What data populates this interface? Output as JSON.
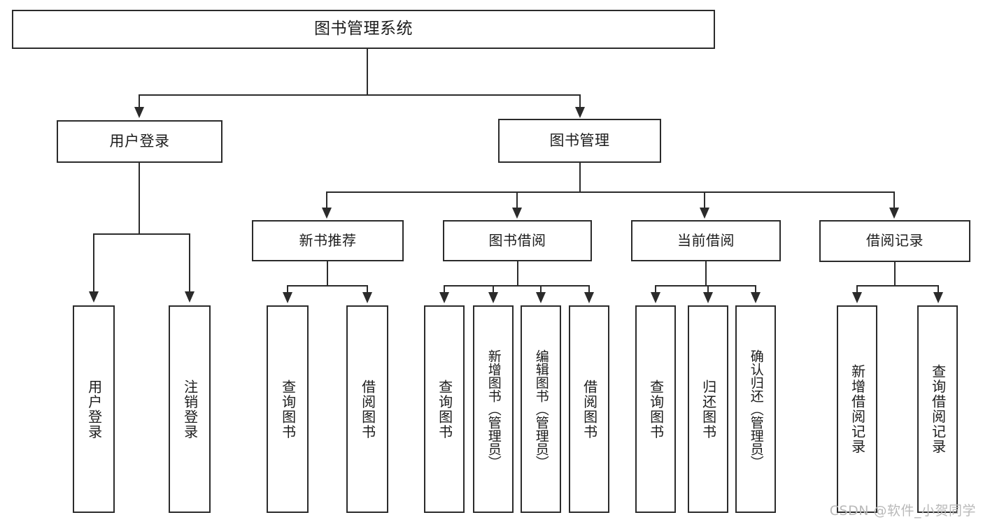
{
  "diagram": {
    "type": "tree-hierarchy",
    "title": "图书管理系统",
    "orientation": "top-down",
    "colors": {
      "stroke": "#2b2b2b",
      "fill": "#ffffff",
      "text": "#1c1c1c",
      "watermark": "#b9b9b9"
    }
  },
  "root": {
    "label": "图书管理系统"
  },
  "level2": [
    {
      "label": "用户登录"
    },
    {
      "label": "图书管理"
    }
  ],
  "level3": [
    {
      "label": "新书推荐"
    },
    {
      "label": "图书借阅"
    },
    {
      "label": "当前借阅"
    },
    {
      "label": "借阅记录"
    }
  ],
  "leaves": {
    "user_login": [
      {
        "label": "用户登录"
      },
      {
        "label": "注销登录"
      }
    ],
    "new_book_recommend": [
      {
        "label": "查询图书"
      },
      {
        "label": "借阅图书"
      }
    ],
    "book_borrow": [
      {
        "label": "查询图书"
      },
      {
        "label": "新增图书（管理员）"
      },
      {
        "label": "编辑图书（管理员）"
      },
      {
        "label": "借阅图书"
      }
    ],
    "current_borrow": [
      {
        "label": "查询图书"
      },
      {
        "label": "归还图书"
      },
      {
        "label": "确认归还（管理员）"
      }
    ],
    "borrow_record": [
      {
        "label": "新增借阅记录"
      },
      {
        "label": "查询借阅记录"
      }
    ]
  },
  "watermark": {
    "text": "CSDN @软件_小贺同学"
  }
}
